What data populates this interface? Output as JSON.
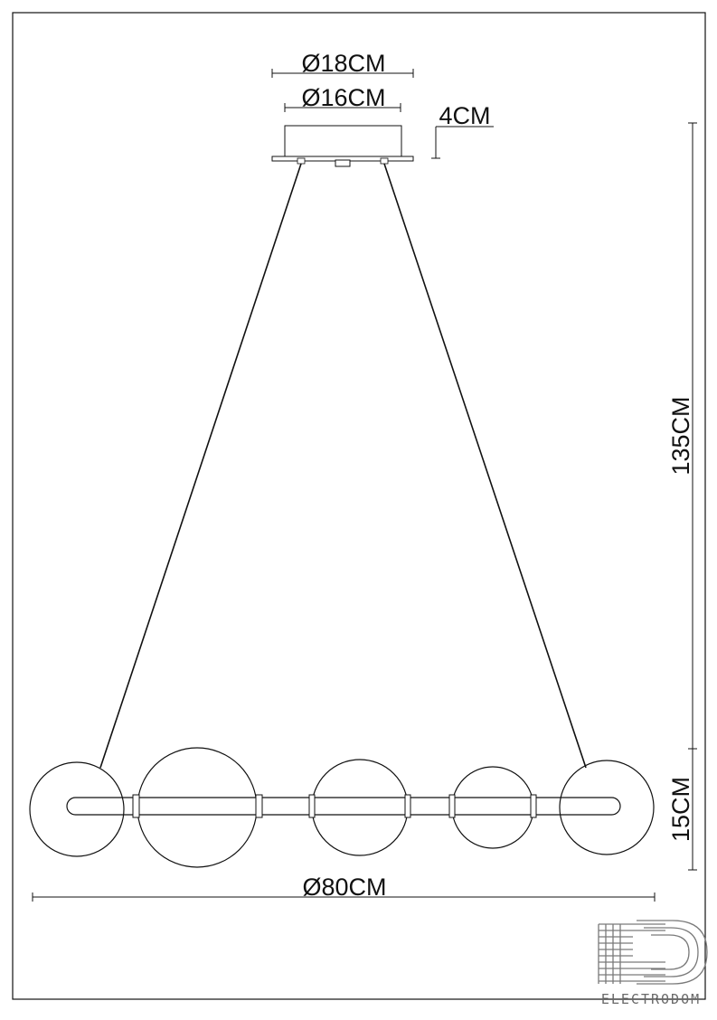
{
  "drawing": {
    "title": "",
    "dimensions": {
      "canopy_outer_diameter": "Ø18CM",
      "canopy_inner_diameter": "Ø16CM",
      "canopy_height": "4CM",
      "drop_height": "135CM",
      "fixture_height": "15CM",
      "fixture_diameter": "Ø80CM"
    },
    "globe_count": 5
  },
  "watermark": {
    "brand": "ELECTRODOM",
    "monogram": "ED"
  },
  "colors": {
    "line": "#111111",
    "watermark": "#6a6a6a"
  }
}
